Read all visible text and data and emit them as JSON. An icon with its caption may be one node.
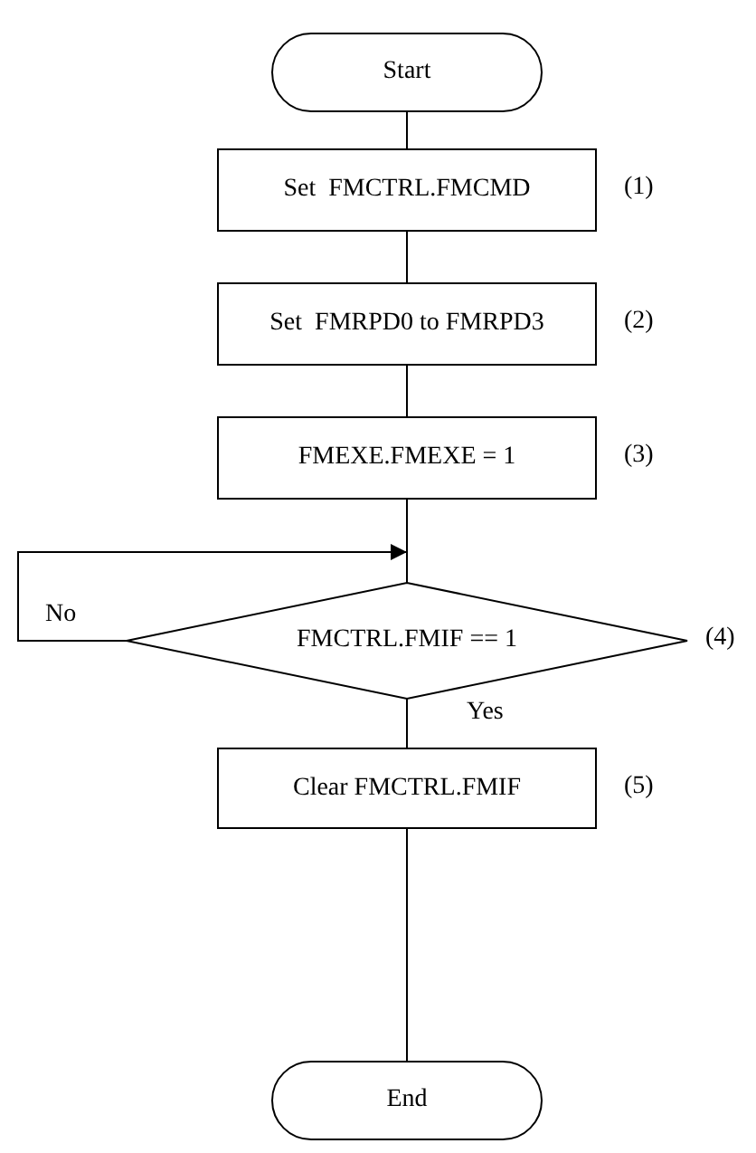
{
  "diagram": {
    "nodes": [
      {
        "text": [
          "Start"
        ]
      },
      {
        "text": [
          "Set  FMCTRL.FMCMD"
        ],
        "beside": [
          "(1)"
        ]
      },
      {
        "text": [
          "Set  FMRPD0 to FMRPD3"
        ],
        "beside": [
          "(2)"
        ]
      },
      {
        "text": [
          "FMEXE.FMEXE = 1"
        ],
        "beside": [
          "(3)"
        ]
      },
      {
        "text": [
          "FMCTRL.FMIF == 1"
        ],
        "beside": [
          "(4)"
        ]
      },
      {
        "text": [
          "Clear FMCTRL.FMIF"
        ],
        "beside": [
          "(5)"
        ]
      },
      {
        "text": [
          "End"
        ]
      }
    ],
    "edges": [
      {
        "from": 0,
        "to": 1,
        "arrow": "none"
      },
      {
        "from": 1,
        "to": 2,
        "arrow": "none"
      },
      {
        "from": 2,
        "to": 3,
        "arrow": "none"
      },
      {
        "from": 3,
        "to": 4,
        "arrow": "none"
      },
      {
        "from": 4,
        "to": 4,
        "arrow": "to",
        "label": "No"
      },
      {
        "from": 4,
        "to": 5,
        "arrow": "none",
        "label": "Yes"
      },
      {
        "from": 5,
        "to": 6,
        "arrow": "none"
      }
    ]
  }
}
